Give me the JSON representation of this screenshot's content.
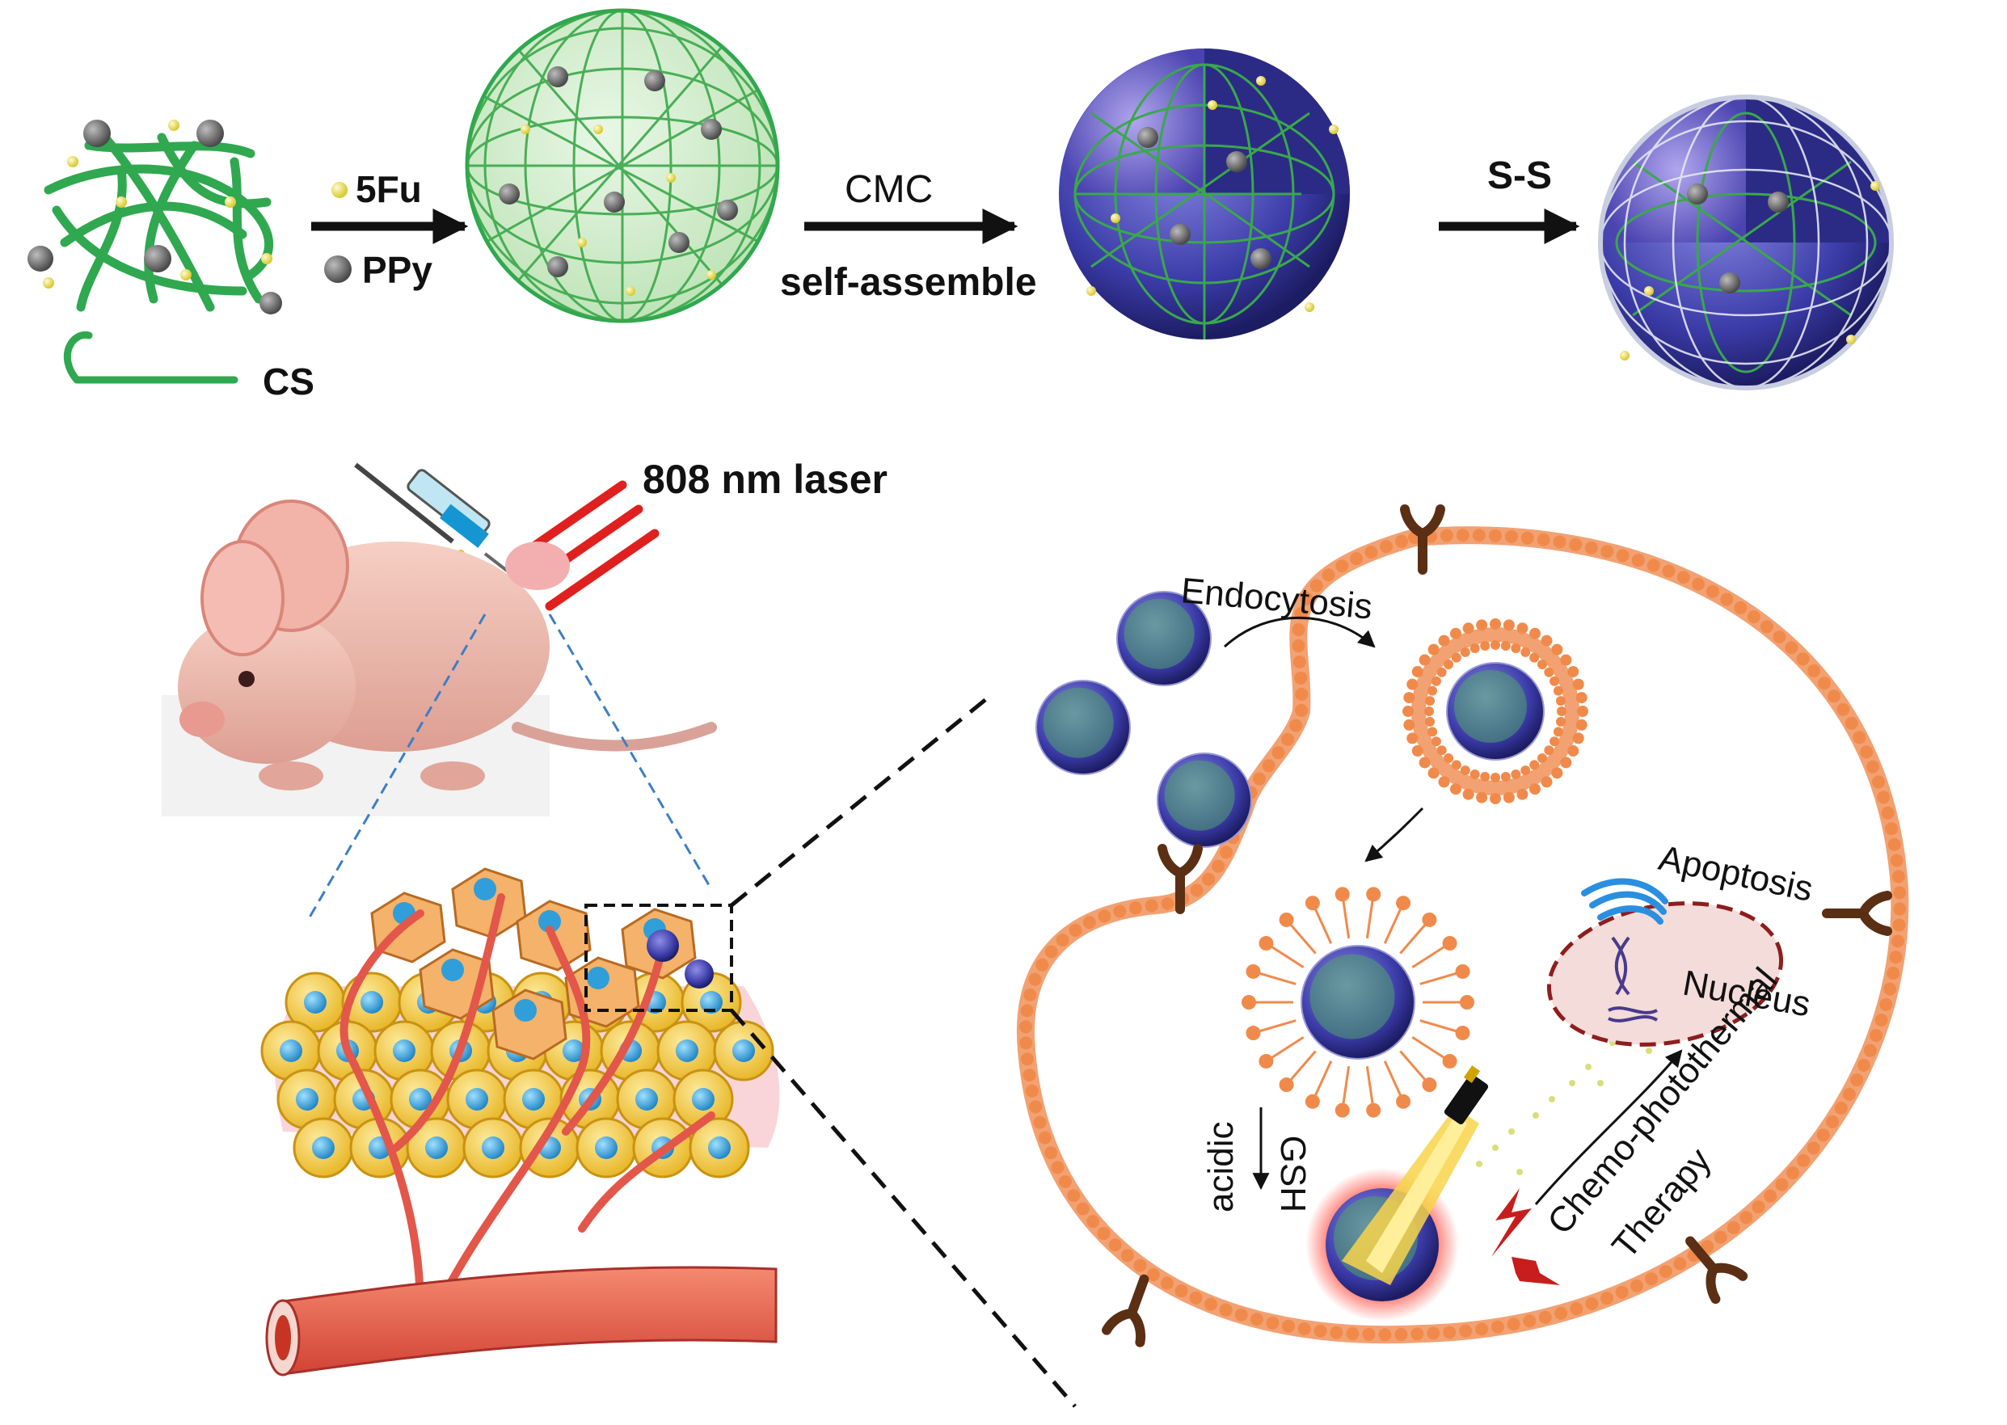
{
  "colors": {
    "polymer_green": "#2fa84f",
    "shell_blue": "#3b3ba8",
    "membrane_orange": "#f08a4b",
    "drug_yellow": "#f2e84a",
    "ppy_gray": "#6e6e6e",
    "laser_red": "#e0201e",
    "vessel_red": "#e2574a",
    "cell_yellow": "#f4c93a",
    "nucleus_blue": "#2f9ed9",
    "receptor_brown": "#5a2f14"
  },
  "synthesis": {
    "cs_label": "CS",
    "legend_5fu": "5Fu",
    "legend_ppy": "PPy",
    "step2_top": "CMC",
    "step2_bottom": "self-assemble",
    "step3_top": "S-S"
  },
  "in_vivo": {
    "laser_label": "808 nm laser"
  },
  "cell": {
    "endocytosis": "Endocytosis",
    "apoptosis": "Apoptosis",
    "nucleus": "Nucleus",
    "acidic": "acidic",
    "gsh": "GSH",
    "chemo": "Chemo-photothermal",
    "therapy": "Therapy"
  },
  "icons": [
    "syringe-icon",
    "mouse-image",
    "laser-pen-icon",
    "dna-icon",
    "mitochondria-icon",
    "receptor-icon",
    "lightning-icon"
  ]
}
